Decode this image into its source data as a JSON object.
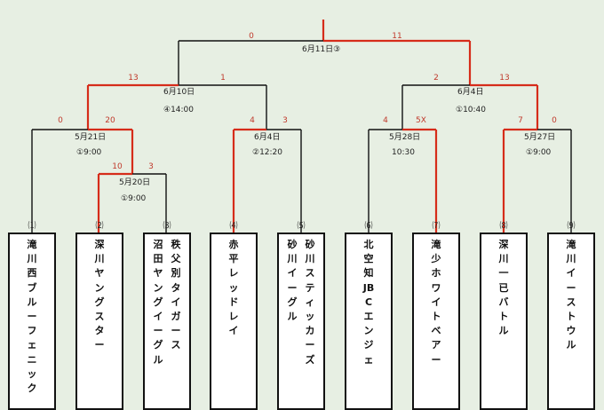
{
  "final": {
    "date": "6月11日③",
    "score_left": "0",
    "score_right": "11"
  },
  "semi_left": {
    "date": "6月10日",
    "time": "④14:00",
    "score_left": "13",
    "score_right": "1"
  },
  "semi_right": {
    "date": "6月4日",
    "time": "①10:40",
    "score_left": "2",
    "score_right": "13"
  },
  "qf1": {
    "date": "5月21日",
    "time": "①9:00",
    "score_left": "0",
    "score_right": "20"
  },
  "qf2": {
    "date": "6月4日",
    "time": "②12:20",
    "score_left": "4",
    "score_right": "3"
  },
  "qf3": {
    "date": "5月28日",
    "time": "10:30",
    "score_left": "4",
    "score_right": "5X"
  },
  "qf4": {
    "date": "5月27日",
    "time": "①9:00",
    "score_left": "7",
    "score_right": "0"
  },
  "r1": {
    "date": "5月20日",
    "time": "①9:00",
    "score_left": "10",
    "score_right": "3"
  },
  "teams": [
    {
      "num": "⑴",
      "col1": "滝川西ブルーフェニック",
      "col2": ""
    },
    {
      "num": "⑵",
      "col1": "深川ヤングスター",
      "col2": ""
    },
    {
      "num": "⑶",
      "col1": "沼田ヤングイーグル",
      "col2": "秩父別タイガース"
    },
    {
      "num": "⑷",
      "col1": "赤平レッドレイ",
      "col2": ""
    },
    {
      "num": "⑸",
      "col1": "砂川イーグル",
      "col2": "砂川スティッカーズ"
    },
    {
      "num": "⑹",
      "col1": "北空知JBCエンジェ",
      "col2": ""
    },
    {
      "num": "⑺",
      "col1": "滝少ホワイトベアー",
      "col2": ""
    },
    {
      "num": "⑻",
      "col1": "深川一已バトル",
      "col2": ""
    },
    {
      "num": "⑼",
      "col1": "滝川イーストウル",
      "col2": ""
    }
  ],
  "colors": {
    "winner": "#d62c1a",
    "loser": "#111111",
    "background": "#e7efe3"
  }
}
